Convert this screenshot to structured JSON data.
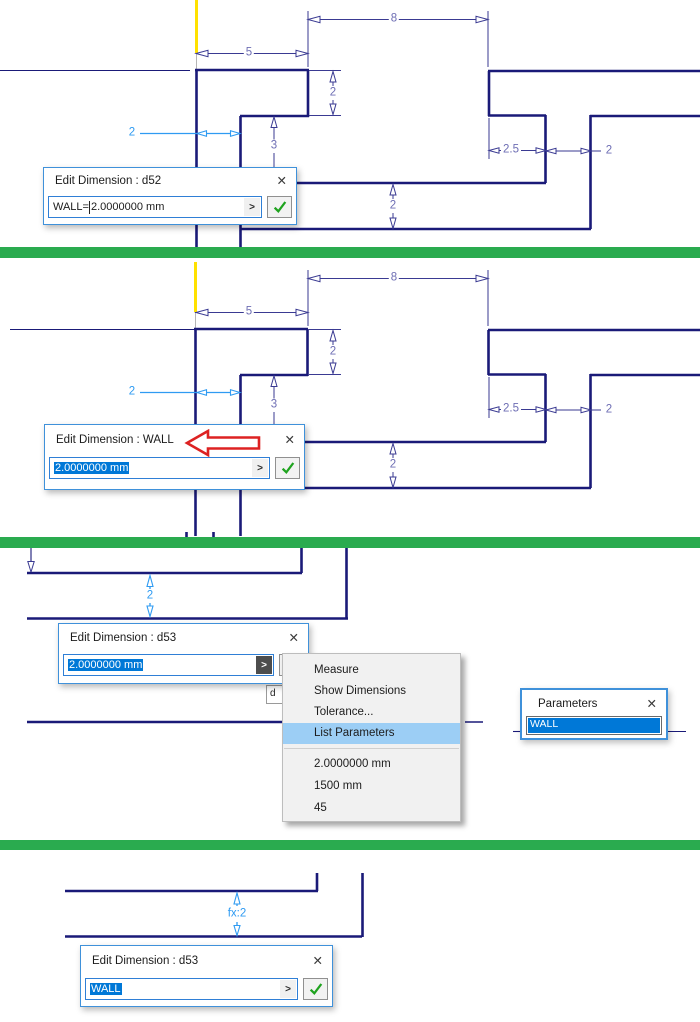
{
  "colors": {
    "separator_green": "#2aab4f",
    "selection_blue": "#0078d7",
    "highlight_dim_blue": "#2f9bf2",
    "sketch_navy": "#1a1a78",
    "dim_slate": "#6e6eb4",
    "annotation_red": "#dd2222",
    "dialog_border_blue": "#3f91da"
  },
  "glyphs": {
    "close": "✕",
    "expand": ">"
  },
  "sketch_dims": {
    "top_width": "8",
    "left_width": "5",
    "right_step_height": "2",
    "left_step_depth": "3",
    "wall_thickness": "2",
    "notch_width": "2.5",
    "tab_width": "2",
    "channel_height": "2"
  },
  "panel1": {
    "dialog": {
      "title": "Edit Dimension : d52",
      "input_prefix": "WALL=",
      "input_value": "2.0000000 mm"
    }
  },
  "panel2": {
    "dialog": {
      "title": "Edit Dimension : WALL",
      "input_value": "2.0000000 mm"
    }
  },
  "panel3": {
    "dim_label": "2",
    "dialog": {
      "title": "Edit Dimension : d53",
      "input_value": "2.0000000 mm"
    },
    "mini_box_label": "d",
    "menu": {
      "items": [
        "Measure",
        "Show Dimensions",
        "Tolerance...",
        "List Parameters"
      ],
      "highlighted": "List Parameters",
      "recent_values": [
        "2.0000000 mm",
        "1500 mm",
        "45"
      ]
    },
    "parameters_dialog": {
      "title": "Parameters",
      "items": [
        "WALL"
      ],
      "selected": "WALL"
    }
  },
  "panel4": {
    "dim_label": "fx:2",
    "dialog": {
      "title": "Edit Dimension : d53",
      "input_value": "WALL"
    }
  }
}
